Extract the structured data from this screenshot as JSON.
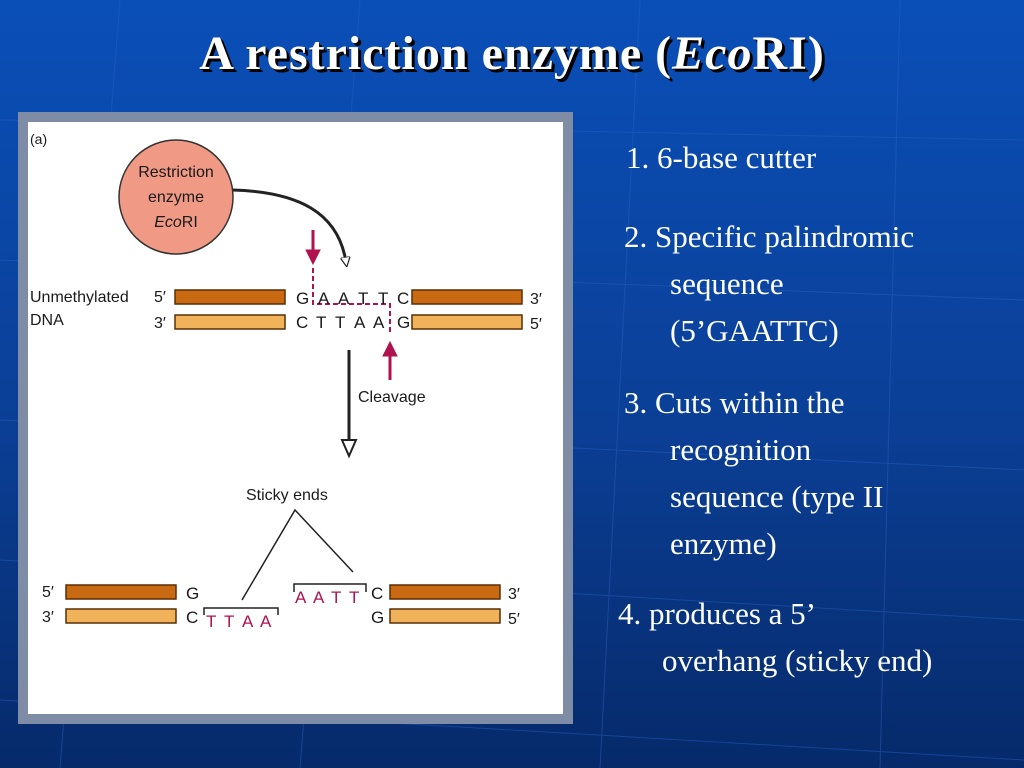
{
  "title": {
    "prefix": "A restriction enzyme (",
    "italic": "Eco",
    "suffix": "RI)"
  },
  "figure": {
    "panel_label": "(a)",
    "enzyme_label": [
      "Restriction",
      "enzyme",
      "EcoRI"
    ],
    "enzyme_italic": "Eco",
    "enzyme_roman": "RI",
    "dna_label": [
      "Unmethylated",
      "DNA"
    ],
    "top_strand": {
      "left_end": "5′",
      "right_end": "3′",
      "bases": [
        "G",
        "A",
        "A",
        "T",
        "T",
        "C"
      ]
    },
    "bottom_strand": {
      "left_end": "3′",
      "right_end": "5′",
      "bases": [
        "C",
        "T",
        "T",
        "A",
        "A",
        "G"
      ]
    },
    "cleavage_label": "Cleavage",
    "sticky_label": "Sticky ends",
    "product_left": {
      "top_end": "5′",
      "bottom_end": "3′",
      "top_base": "G",
      "bottom_base": "C",
      "overhang": [
        "T",
        "T",
        "A",
        "A"
      ]
    },
    "product_right": {
      "top_end": "3′",
      "bottom_end": "5′",
      "top_base": "C",
      "bottom_base": "G",
      "overhang": [
        "A",
        "A",
        "T",
        "T"
      ]
    },
    "colors": {
      "strand_dark": "#c96a12",
      "strand_light": "#f0b35a",
      "accent": "#b0124e",
      "enzyme_fill": "#f09a86"
    }
  },
  "points": [
    {
      "lines": [
        "1.  6-base cutter"
      ]
    },
    {
      "lines": [
        "2.  Specific palindromic",
        "sequence",
        "(5’GAATTC)"
      ]
    },
    {
      "lines": [
        "3. Cuts within the",
        "recognition",
        "sequence (type II",
        "enzyme)"
      ]
    },
    {
      "lines": [
        "4.  produces a 5’",
        "overhang  (sticky end)"
      ]
    }
  ]
}
